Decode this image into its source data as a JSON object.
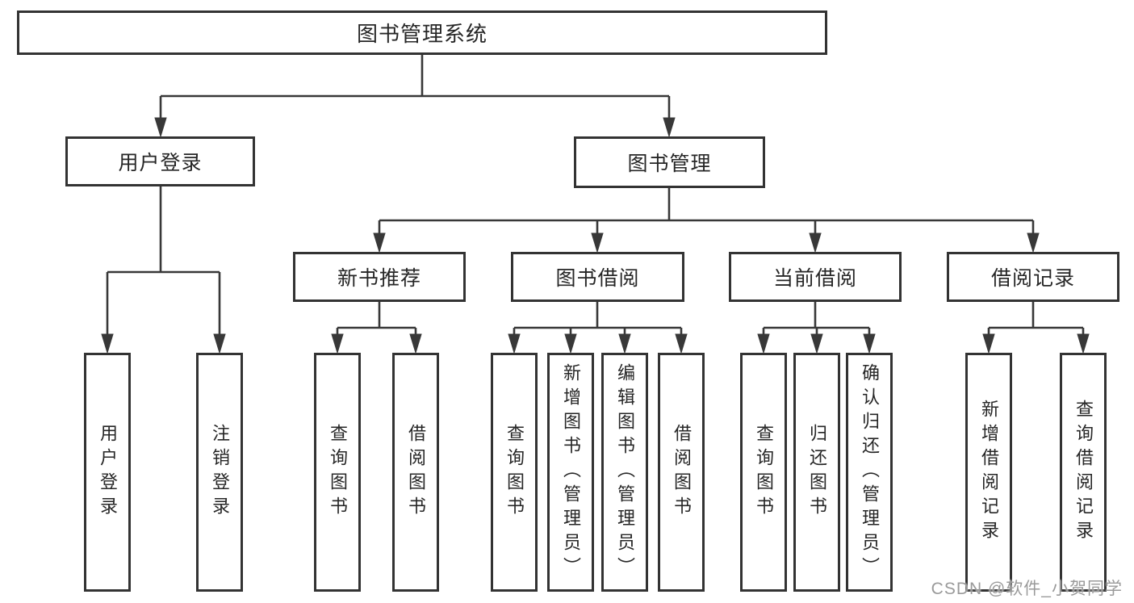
{
  "colors": {
    "background": "#ffffff",
    "line": "#383838",
    "box_border": "#333333",
    "text": "#262626",
    "watermark": "#9a9a9a"
  },
  "tree": {
    "label": "图书管理系统",
    "children": [
      {
        "label": "用户登录",
        "children": [
          {
            "label": "用户登录"
          },
          {
            "label": "注销登录"
          }
        ]
      },
      {
        "label": "图书管理",
        "children": [
          {
            "label": "新书推荐",
            "children": [
              {
                "label": "查询图书"
              },
              {
                "label": "借阅图书"
              }
            ]
          },
          {
            "label": "图书借阅",
            "children": [
              {
                "label": "查询图书"
              },
              {
                "label": "新增图书（管理员）"
              },
              {
                "label": "编辑图书（管理员）"
              },
              {
                "label": "借阅图书"
              }
            ]
          },
          {
            "label": "当前借阅",
            "children": [
              {
                "label": "查询图书"
              },
              {
                "label": "归还图书"
              },
              {
                "label": "确认归还（管理员）"
              }
            ]
          },
          {
            "label": "借阅记录",
            "children": [
              {
                "label": "新增借阅记录"
              },
              {
                "label": "查询借阅记录"
              }
            ]
          }
        ]
      }
    ]
  },
  "watermark": {
    "text": "CSDN @软件_小贺同学"
  }
}
